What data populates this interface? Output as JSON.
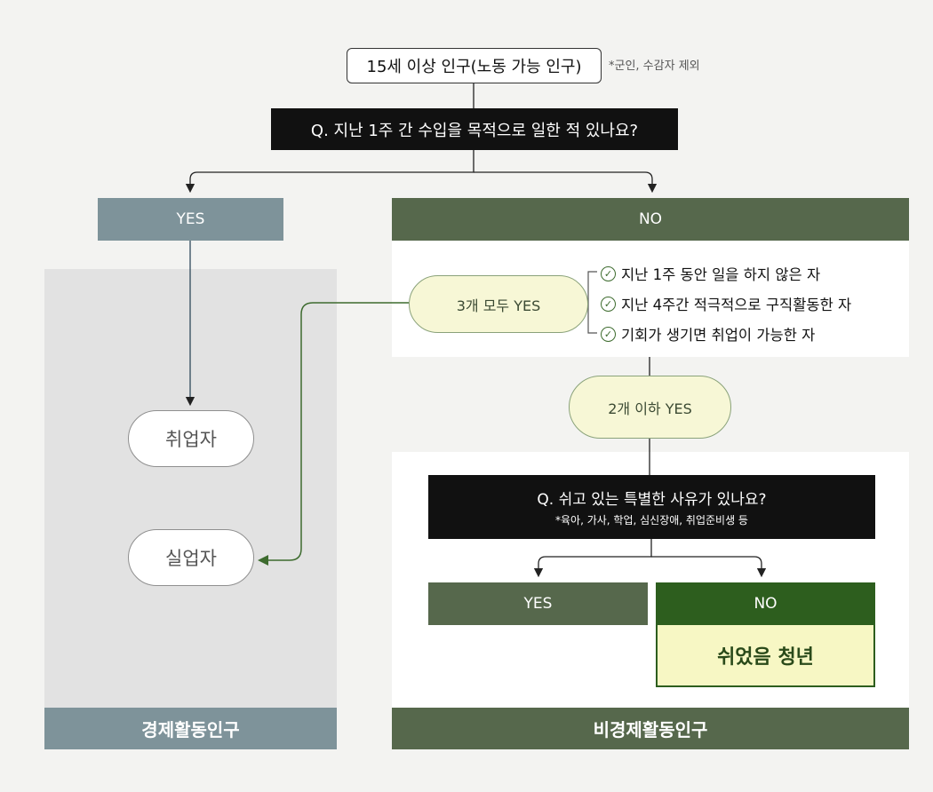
{
  "top": {
    "population": "15세 이상 인구(노동 가능 인구)",
    "note": "*군인, 수감자 제외"
  },
  "question1": "Q. 지난 1주 간 수입을 목적으로 일한 적 있나요?",
  "branch1": {
    "yes": "YES",
    "no": "NO"
  },
  "criteria": {
    "all_yes": "3개 모두 YES",
    "items": [
      "지난 1주 동안 일을 하지 않은 자",
      "지난 4주간 적극적으로 구직활동한 자",
      "기회가 생기면 취업이 가능한 자"
    ],
    "two_or_less": "2개 이하 YES"
  },
  "question2": {
    "main": "Q. 쉬고 있는 특별한 사유가 있나요?",
    "sub": "*육아, 가사, 학업, 심신장애, 취업준비생 등"
  },
  "branch2": {
    "yes": "YES",
    "no": "NO"
  },
  "result": "쉬었음 청년",
  "econ": {
    "employed": "취업자",
    "unemployed": "실업자",
    "label": "경제활동인구"
  },
  "nonecon_label": "비경제활동인구",
  "colors": {
    "econ_gray": "#7e939a",
    "nonecon_green": "#56684c",
    "result_green": "#2d5e1e",
    "result_fill": "#f7f7c4",
    "pill_fill": "#f7f7d6"
  }
}
